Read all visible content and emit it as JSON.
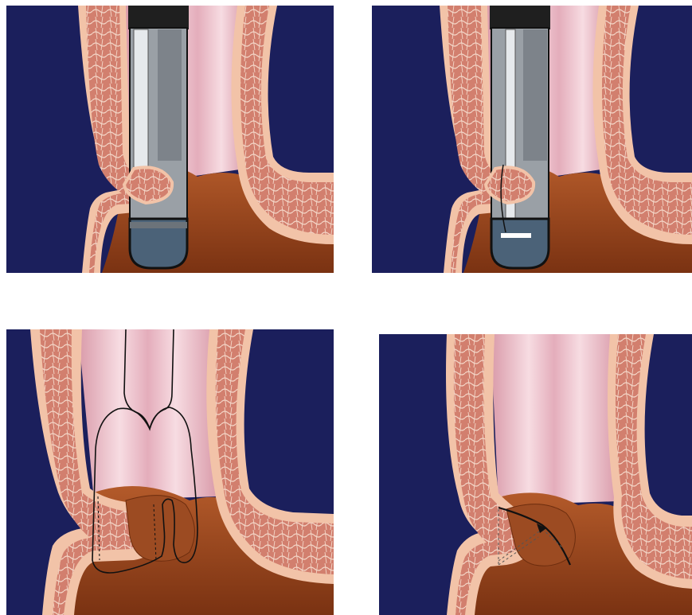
{
  "figure": {
    "panel_count": 4,
    "layout": "2x2-grid",
    "colors": {
      "background": "#1b1f5c",
      "mucosa_outer": "#f2c3a8",
      "muscle": "#d27f6e",
      "muscle_stroke": "#f4d7c8",
      "lumen": "#e8b7c1",
      "lumen_fold": "#f7dce2",
      "rectal_wall_dark": "#8a3b16",
      "rectal_wall_mid": "#b35a2a",
      "device_body": "#9aa0a6",
      "device_dark": "#2b2b2b",
      "device_shaft": "#d9dde1",
      "cap_fill": "#4b6278",
      "suture": "#111111"
    },
    "panels": [
      {
        "name": "panel-1",
        "icon": "device-grasping-tissue"
      },
      {
        "name": "panel-2",
        "icon": "device-needle-through-tissue"
      },
      {
        "name": "panel-3",
        "icon": "suture-loop-around-fold"
      },
      {
        "name": "panel-4",
        "icon": "suture-tightened-fold"
      }
    ]
  }
}
